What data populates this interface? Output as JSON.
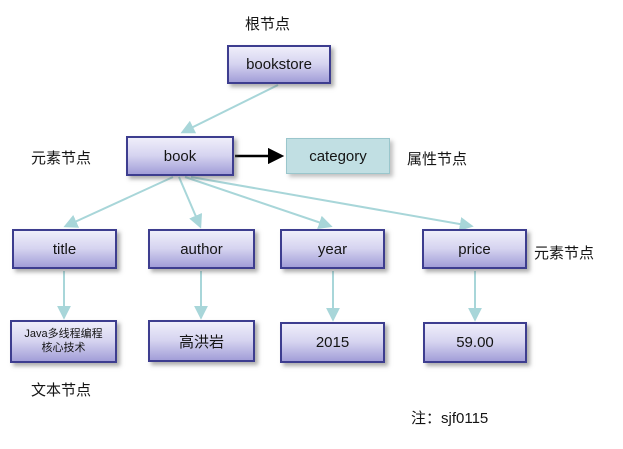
{
  "labels": {
    "root_node": "根节点",
    "element_node_left": "元素节点",
    "attribute_node": "属性节点",
    "element_node_right": "元素节点",
    "text_node": "文本节点",
    "note": "注：sjf0115"
  },
  "nodes": {
    "bookstore": "bookstore",
    "book": "book",
    "category": "category",
    "title": "title",
    "author": "author",
    "year": "year",
    "price": "price",
    "title_value_line1": "Java多线程编程",
    "title_value_line2": "核心技术",
    "author_value": "高洪岩",
    "year_value": "2015",
    "price_value": "59.00"
  },
  "edges": [
    {
      "from": "bookstore",
      "to": "book",
      "style": "teal"
    },
    {
      "from": "book",
      "to": "category",
      "style": "black"
    },
    {
      "from": "book",
      "to": "title",
      "style": "teal"
    },
    {
      "from": "book",
      "to": "author",
      "style": "teal"
    },
    {
      "from": "book",
      "to": "year",
      "style": "teal"
    },
    {
      "from": "book",
      "to": "price",
      "style": "teal"
    },
    {
      "from": "title",
      "to": "title_value",
      "style": "teal"
    },
    {
      "from": "author",
      "to": "author_value",
      "style": "teal"
    },
    {
      "from": "year",
      "to": "year_value",
      "style": "teal"
    },
    {
      "from": "price",
      "to": "price_value",
      "style": "teal"
    }
  ],
  "colors": {
    "element_box_top": "#efeefa",
    "element_box_bottom": "#a29ed8",
    "element_box_border": "#3d3d8f",
    "attribute_box_fill": "#c1dfe3",
    "attribute_box_border": "#9ac6cc",
    "teal_arrow": "#a8d6d9",
    "black_arrow": "#000000",
    "background": "#ffffff"
  }
}
